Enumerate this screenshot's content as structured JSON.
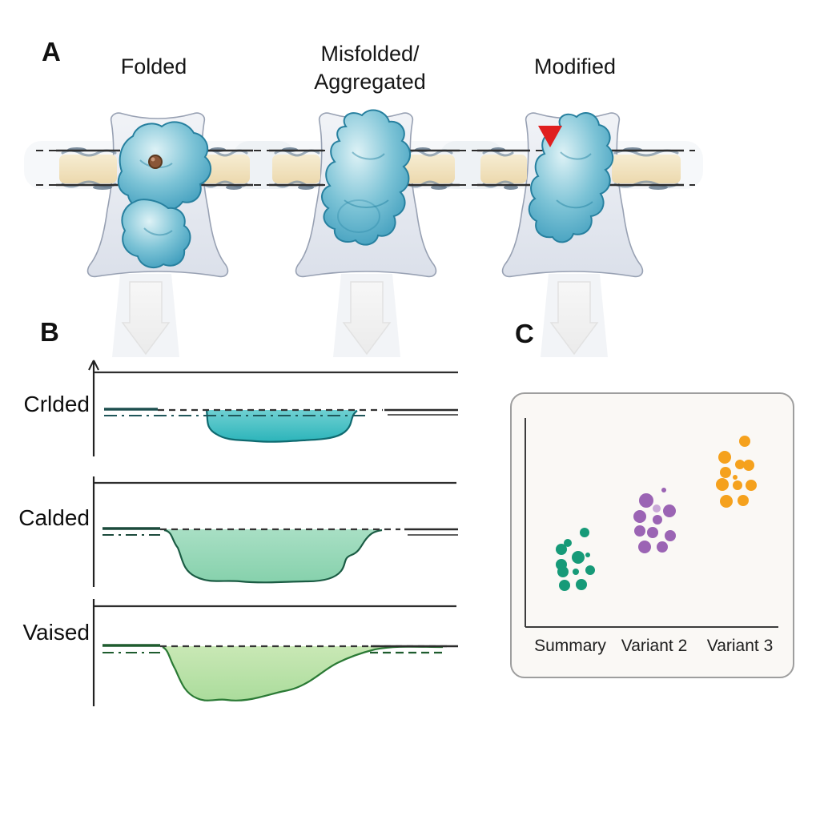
{
  "panel_a": {
    "label": "A",
    "column_titles": [
      "Folded",
      "Misfolded/\nAggregated",
      "Modified"
    ]
  },
  "panel_b": {
    "label": "B",
    "traces": [
      {
        "label": "Crlded"
      },
      {
        "label": "Calded"
      },
      {
        "label": "Vaised"
      }
    ]
  },
  "panel_c": {
    "label": "C"
  },
  "chart_data": {
    "type": "scatter",
    "categories": [
      "Summary",
      "Variant 2",
      "Variant 3"
    ],
    "legend": "none",
    "axes": {
      "y_label": "",
      "x_label": "",
      "ticks_labeled": false
    },
    "clusters": [
      {
        "name": "Summary",
        "color": "#169a78",
        "dots": [
          [
            91,
            173,
            6
          ],
          [
            70,
            186,
            5
          ],
          [
            62,
            194,
            7
          ],
          [
            83,
            204,
            8
          ],
          [
            95,
            201,
            3
          ],
          [
            62,
            213,
            7
          ],
          [
            64,
            222,
            7
          ],
          [
            80,
            222,
            4
          ],
          [
            98,
            220,
            6
          ],
          [
            66,
            239,
            7
          ],
          [
            87,
            238,
            7
          ]
        ]
      },
      {
        "name": "Variant 2",
        "color": "#9b64b4",
        "light_color": "#c9a8d8",
        "dots": [
          [
            190,
            120,
            3
          ],
          [
            168,
            133,
            9
          ],
          [
            181,
            143,
            5,
            "light"
          ],
          [
            197,
            146,
            8
          ],
          [
            160,
            153,
            8
          ],
          [
            182,
            157,
            6
          ],
          [
            160,
            171,
            7
          ],
          [
            176,
            173,
            7
          ],
          [
            198,
            177,
            7
          ],
          [
            166,
            191,
            8
          ],
          [
            188,
            191,
            7
          ]
        ]
      },
      {
        "name": "Variant 3",
        "color": "#f5a11d",
        "dots": [
          [
            291,
            59,
            7
          ],
          [
            266,
            79,
            8
          ],
          [
            285,
            88,
            6
          ],
          [
            296,
            89,
            7
          ],
          [
            267,
            98,
            7
          ],
          [
            279,
            104,
            3
          ],
          [
            263,
            113,
            8
          ],
          [
            282,
            114,
            6
          ],
          [
            299,
            114,
            7
          ],
          [
            268,
            134,
            8
          ],
          [
            289,
            133,
            7
          ]
        ]
      }
    ]
  },
  "colors": {
    "marker_red": "#e01f1f",
    "protein_light": "#def2f6",
    "protein_mid": "#7cc3d6",
    "protein_dark": "#3f9dbd",
    "protein_stroke": "#27809f",
    "funnel_top": "#f1f3f7",
    "funnel_bottom": "#dbe0ea",
    "membrane_top": "#f6ecd2",
    "membrane_bottom": "#ecd9ae",
    "trace1_top": "#6fd0d2",
    "trace1_bottom": "#2cb4ba",
    "trace1_stroke": "#0f6a70",
    "trace2_top": "#a8dfc4",
    "trace2_bottom": "#86d1ac",
    "trace2_stroke": "#1b5c44",
    "trace3_top": "#c9e8b5",
    "trace3_bottom": "#abdc9c",
    "trace3_stroke": "#2b7a35"
  }
}
